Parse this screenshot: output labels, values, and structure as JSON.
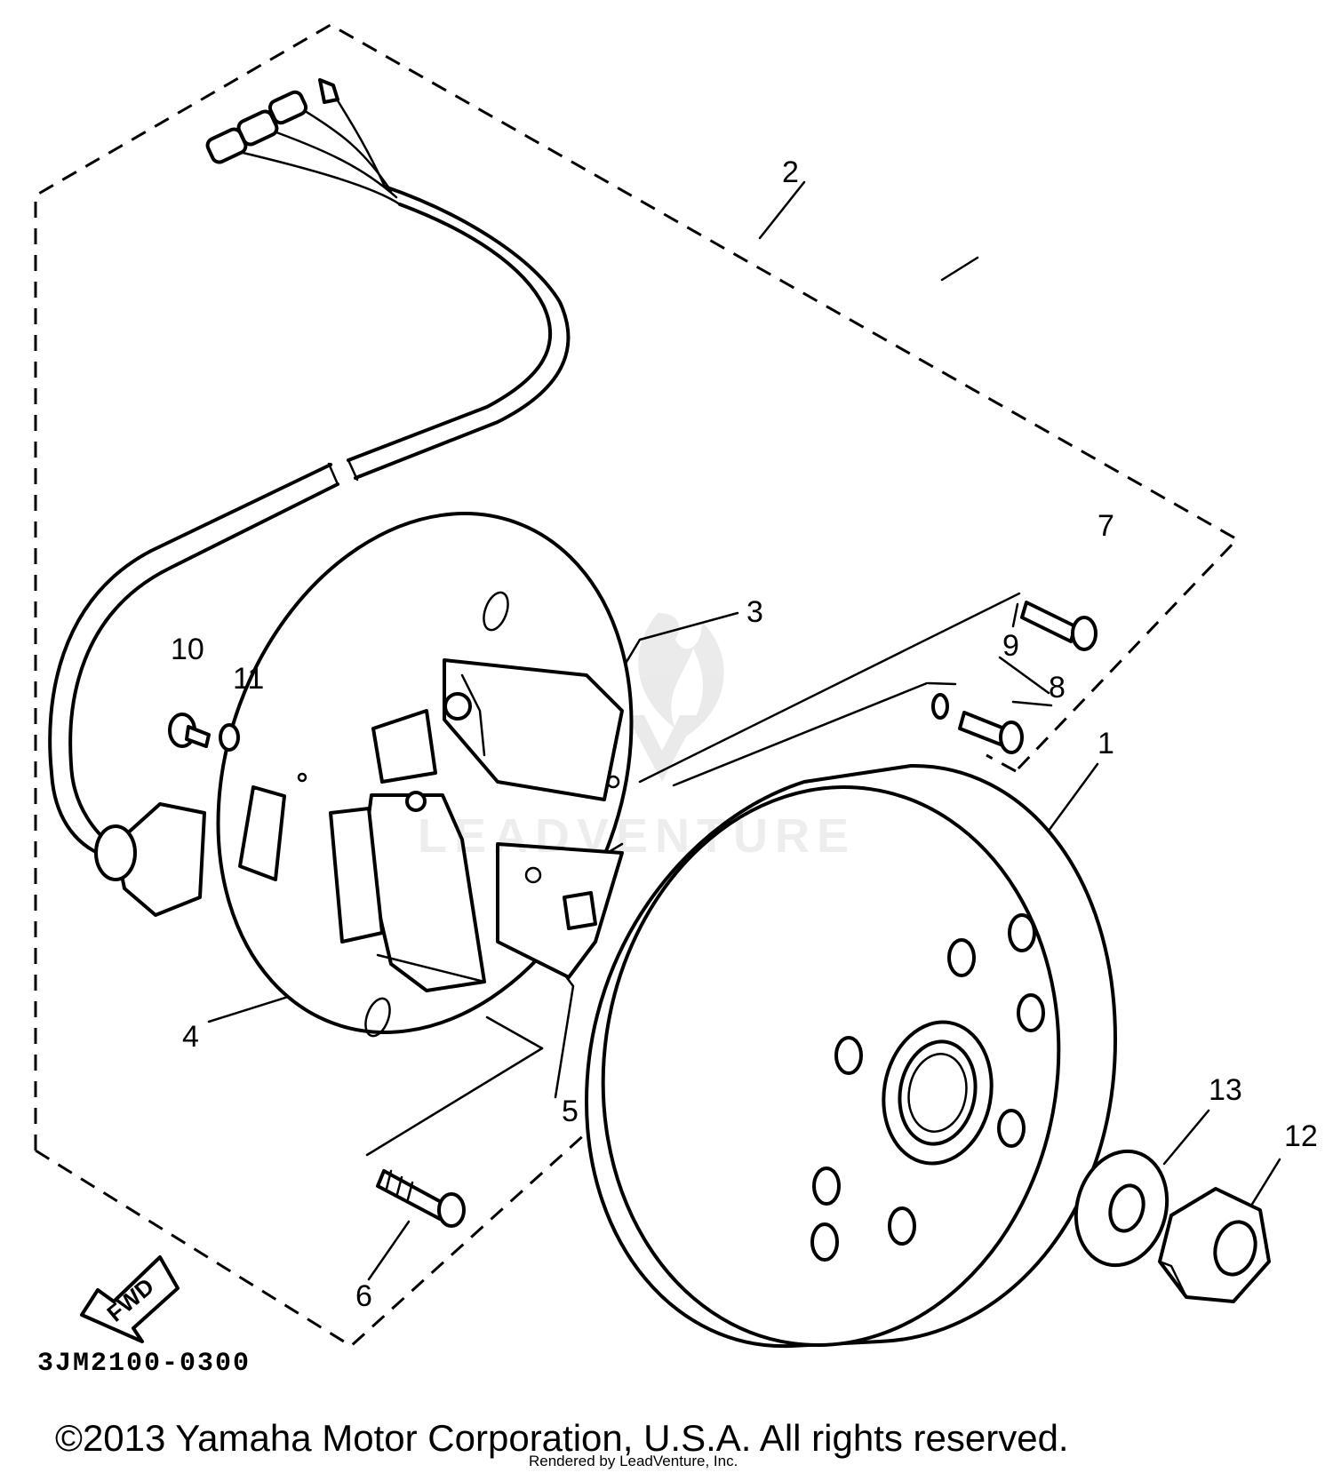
{
  "diagram": {
    "code": "3JM2100-0300",
    "copyright": "©2013 Yamaha Motor Corporation, U.S.A. All rights reserved.",
    "rendered_by": "Rendered by LeadVenture, Inc.",
    "watermark": "LEADVENTURE",
    "fwd_label": "FWD",
    "callouts": [
      "1",
      "2",
      "3",
      "4",
      "5",
      "6",
      "7",
      "8",
      "9",
      "10",
      "11",
      "12",
      "13"
    ]
  }
}
